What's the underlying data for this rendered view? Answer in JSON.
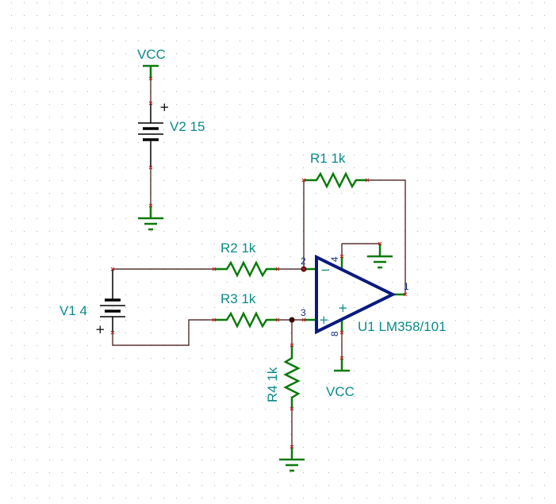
{
  "schematic": {
    "grid": {
      "dot_color": "#b0b0b0"
    },
    "colors": {
      "label": "#0a8a8a",
      "component": "#0a7a0a",
      "wire": "#3a0a0a",
      "opamp": "#0a1a80",
      "pin_marker": "#cc2020"
    },
    "components": {
      "V2": {
        "ref": "V2",
        "value": "15",
        "label": "V2 15",
        "plus": "+"
      },
      "V1": {
        "ref": "V1",
        "value": "4",
        "label": "V1 4",
        "plus": "+"
      },
      "R1": {
        "ref": "R1",
        "value": "1k",
        "label": "R1 1k"
      },
      "R2": {
        "ref": "R2",
        "value": "1k",
        "label": "R2 1k"
      },
      "R3": {
        "ref": "R3",
        "value": "1k",
        "label": "R3 1k"
      },
      "R4": {
        "ref": "R4",
        "value": "1k",
        "label": "R4 1k"
      },
      "U1": {
        "ref": "U1",
        "part": "LM358/101",
        "label": "U1 LM358/101",
        "pins": {
          "out": "1",
          "inv": "2",
          "noninv": "3",
          "vneg": "4",
          "vpos": "8"
        },
        "inv_sign": "−",
        "noninv_sign": "+",
        "supply_sign": "+"
      }
    },
    "power": {
      "vcc_top": "VCC",
      "vcc_opamp": "VCC"
    }
  }
}
